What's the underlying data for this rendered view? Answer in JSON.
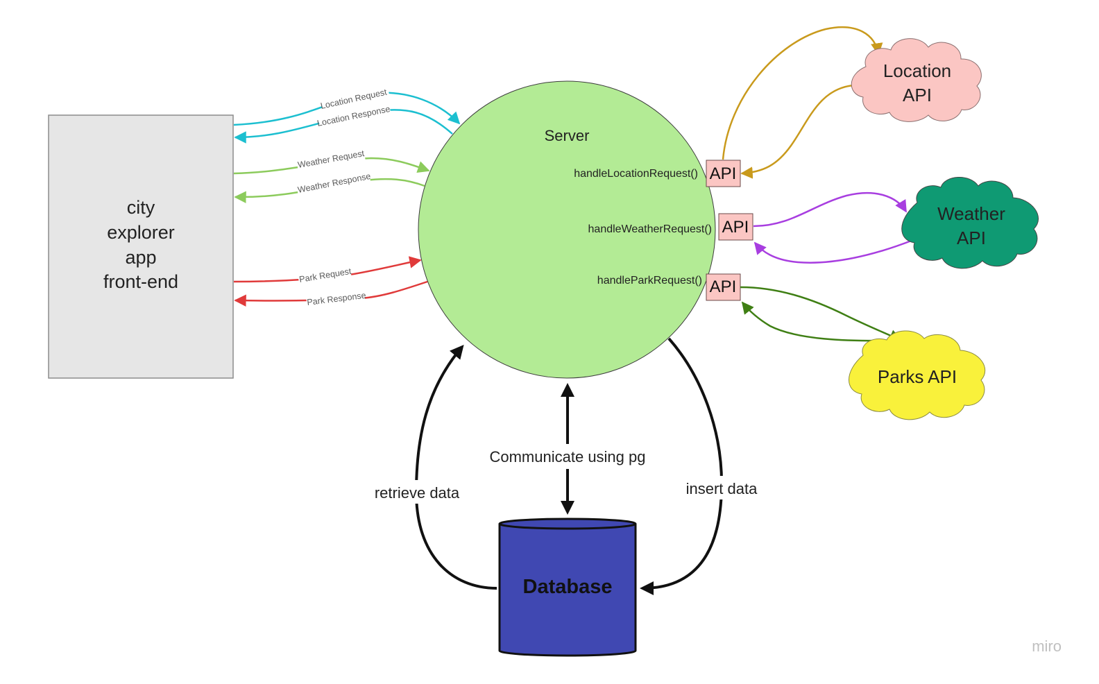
{
  "frontend": {
    "lines": [
      "city",
      "explorer",
      "app",
      "front-end"
    ]
  },
  "server": {
    "label": "Server"
  },
  "handlers": {
    "location": "handleLocationRequest()",
    "weather": "handleWeatherRequest()",
    "park": "handleParkRequest()"
  },
  "api_box_label": "API",
  "clouds": {
    "location": [
      "Location",
      "API"
    ],
    "weather": [
      "Weather",
      "API"
    ],
    "parks": [
      "Parks API"
    ]
  },
  "flows": {
    "location_request": "Location Request",
    "location_response": "Location Response",
    "weather_request": "Weather Request",
    "weather_response": "Weather Response",
    "park_request": "Park Request",
    "park_response": "Park Response"
  },
  "database": {
    "label": "Database",
    "communicate": "Communicate using pg",
    "retrieve": "retrieve data",
    "insert": "insert data"
  },
  "watermark": "miro",
  "colors": {
    "server_fill": "#b3eb95",
    "frontend_fill": "#e6e6e6",
    "api_box_fill": "#fbc6c3",
    "location_cloud": "#fbc6c3",
    "weather_cloud": "#0f9a73",
    "parks_cloud": "#f9f13b",
    "database_fill": "#4048b2",
    "location_flow": "#1cbfd0",
    "weather_flow": "#8ccb5c",
    "park_flow": "#e03a3a",
    "location_api_flow": "#c99a1c",
    "weather_api_flow": "#a83ee0",
    "parks_api_flow": "#3f7f14"
  }
}
